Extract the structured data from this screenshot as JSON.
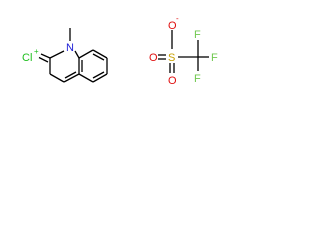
{
  "cation": {
    "atoms": {
      "chlorine": {
        "symbol": "Cl",
        "charge": "+",
        "color": "#1fbf1f"
      },
      "nitrogen": {
        "symbol": "N",
        "color": "#2020d8"
      }
    }
  },
  "anion": {
    "atoms": {
      "oxygen_minus": {
        "symbol": "O",
        "charge": "-",
        "color": "#e01010"
      },
      "oxygen_left": {
        "symbol": "O",
        "color": "#e01010"
      },
      "oxygen_bottom": {
        "symbol": "O",
        "color": "#e01010"
      },
      "sulfur": {
        "symbol": "S",
        "color": "#c8a000"
      },
      "fluorine_top": {
        "symbol": "F",
        "color": "#70c850"
      },
      "fluorine_right": {
        "symbol": "F",
        "color": "#70c850"
      },
      "fluorine_bottom": {
        "symbol": "F",
        "color": "#70c850"
      }
    }
  }
}
